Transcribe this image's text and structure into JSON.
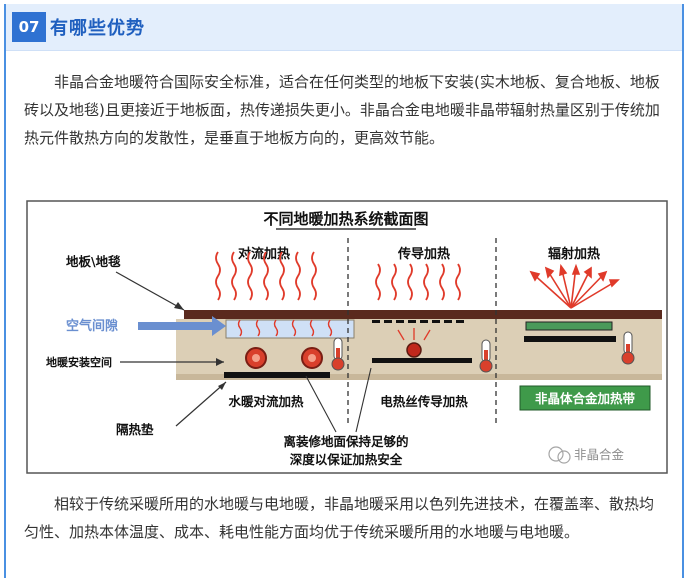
{
  "section": {
    "number": "07",
    "title": "有哪些优势"
  },
  "paragraphs": [
    "非晶合金地暖符合国际安全标准，适合在任何类型的地板下安装(实木地板、复合地板、地板砖以及地毯)且更接近于地板面，热传递损失更小。非晶合金电地暖非晶带辐射热量区别于传统加热元件散热方向的发散性，是垂直于地板方向的，更高效节能。",
    "相较于传统采暖所用的水地暖与电地暖，非晶地暖采用以色列先进技术，在覆盖率、散热均匀性、加热本体温度、成本、耗电性能方面均优于传统采暖所用的水地暖与电地暖。"
  ],
  "figure": {
    "title": "不同地暖加热系统截面图",
    "heading_convection": "对流加热",
    "heading_conduction": "传导加热",
    "heading_radiation": "辐射加热",
    "label_floor": "地板\\地毯",
    "label_air_gap": "空气间隙",
    "label_install_space": "地暖安装空间",
    "label_water": "水暖对流加热",
    "label_wire": "电热丝传导加热",
    "label_amorphous": "非晶体合金加热带",
    "label_insulation": "隔热垫",
    "note_line1": "离装修地面保持足够的",
    "note_line2": "深度以保证加热安全",
    "watermark": "非晶合金",
    "colors": {
      "floor": "#5a2a1e",
      "board": "#d9ccb4",
      "heat": "#e03a2a",
      "green_label": "#3f9a4a",
      "accent": "#2f72d2"
    }
  }
}
